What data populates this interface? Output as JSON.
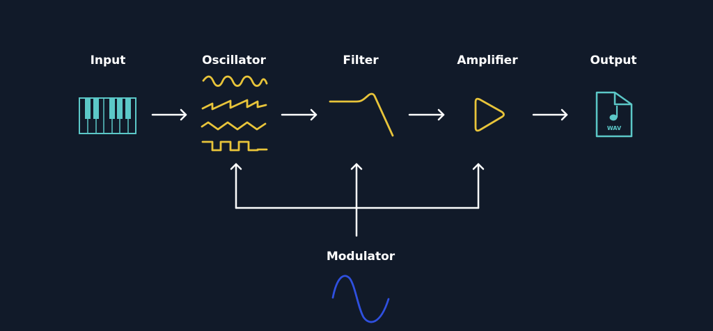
{
  "colors": {
    "background": "#111a29",
    "label": "#ffffff",
    "arrow": "#ffffff",
    "oscillator_accent": "#e8c43a",
    "input_output_accent": "#5cc8c8",
    "modulator_accent": "#2f50e0"
  },
  "stages": [
    {
      "id": "input",
      "label": "Input",
      "icon": "piano-keyboard-icon"
    },
    {
      "id": "oscillator",
      "label": "Oscillator",
      "icon": "waveforms-icon"
    },
    {
      "id": "filter",
      "label": "Filter",
      "icon": "lowpass-filter-curve-icon"
    },
    {
      "id": "amplifier",
      "label": "Amplifier",
      "icon": "play-triangle-icon"
    },
    {
      "id": "output",
      "label": "Output",
      "icon": "wav-file-icon"
    }
  ],
  "output_file_label": "WAV",
  "modulator": {
    "label": "Modulator",
    "icon": "sine-wave-icon"
  },
  "connections": [
    {
      "from": "input",
      "to": "oscillator"
    },
    {
      "from": "oscillator",
      "to": "filter"
    },
    {
      "from": "filter",
      "to": "amplifier"
    },
    {
      "from": "amplifier",
      "to": "output"
    },
    {
      "from": "modulator",
      "to": "oscillator"
    },
    {
      "from": "modulator",
      "to": "filter"
    },
    {
      "from": "modulator",
      "to": "amplifier"
    }
  ]
}
